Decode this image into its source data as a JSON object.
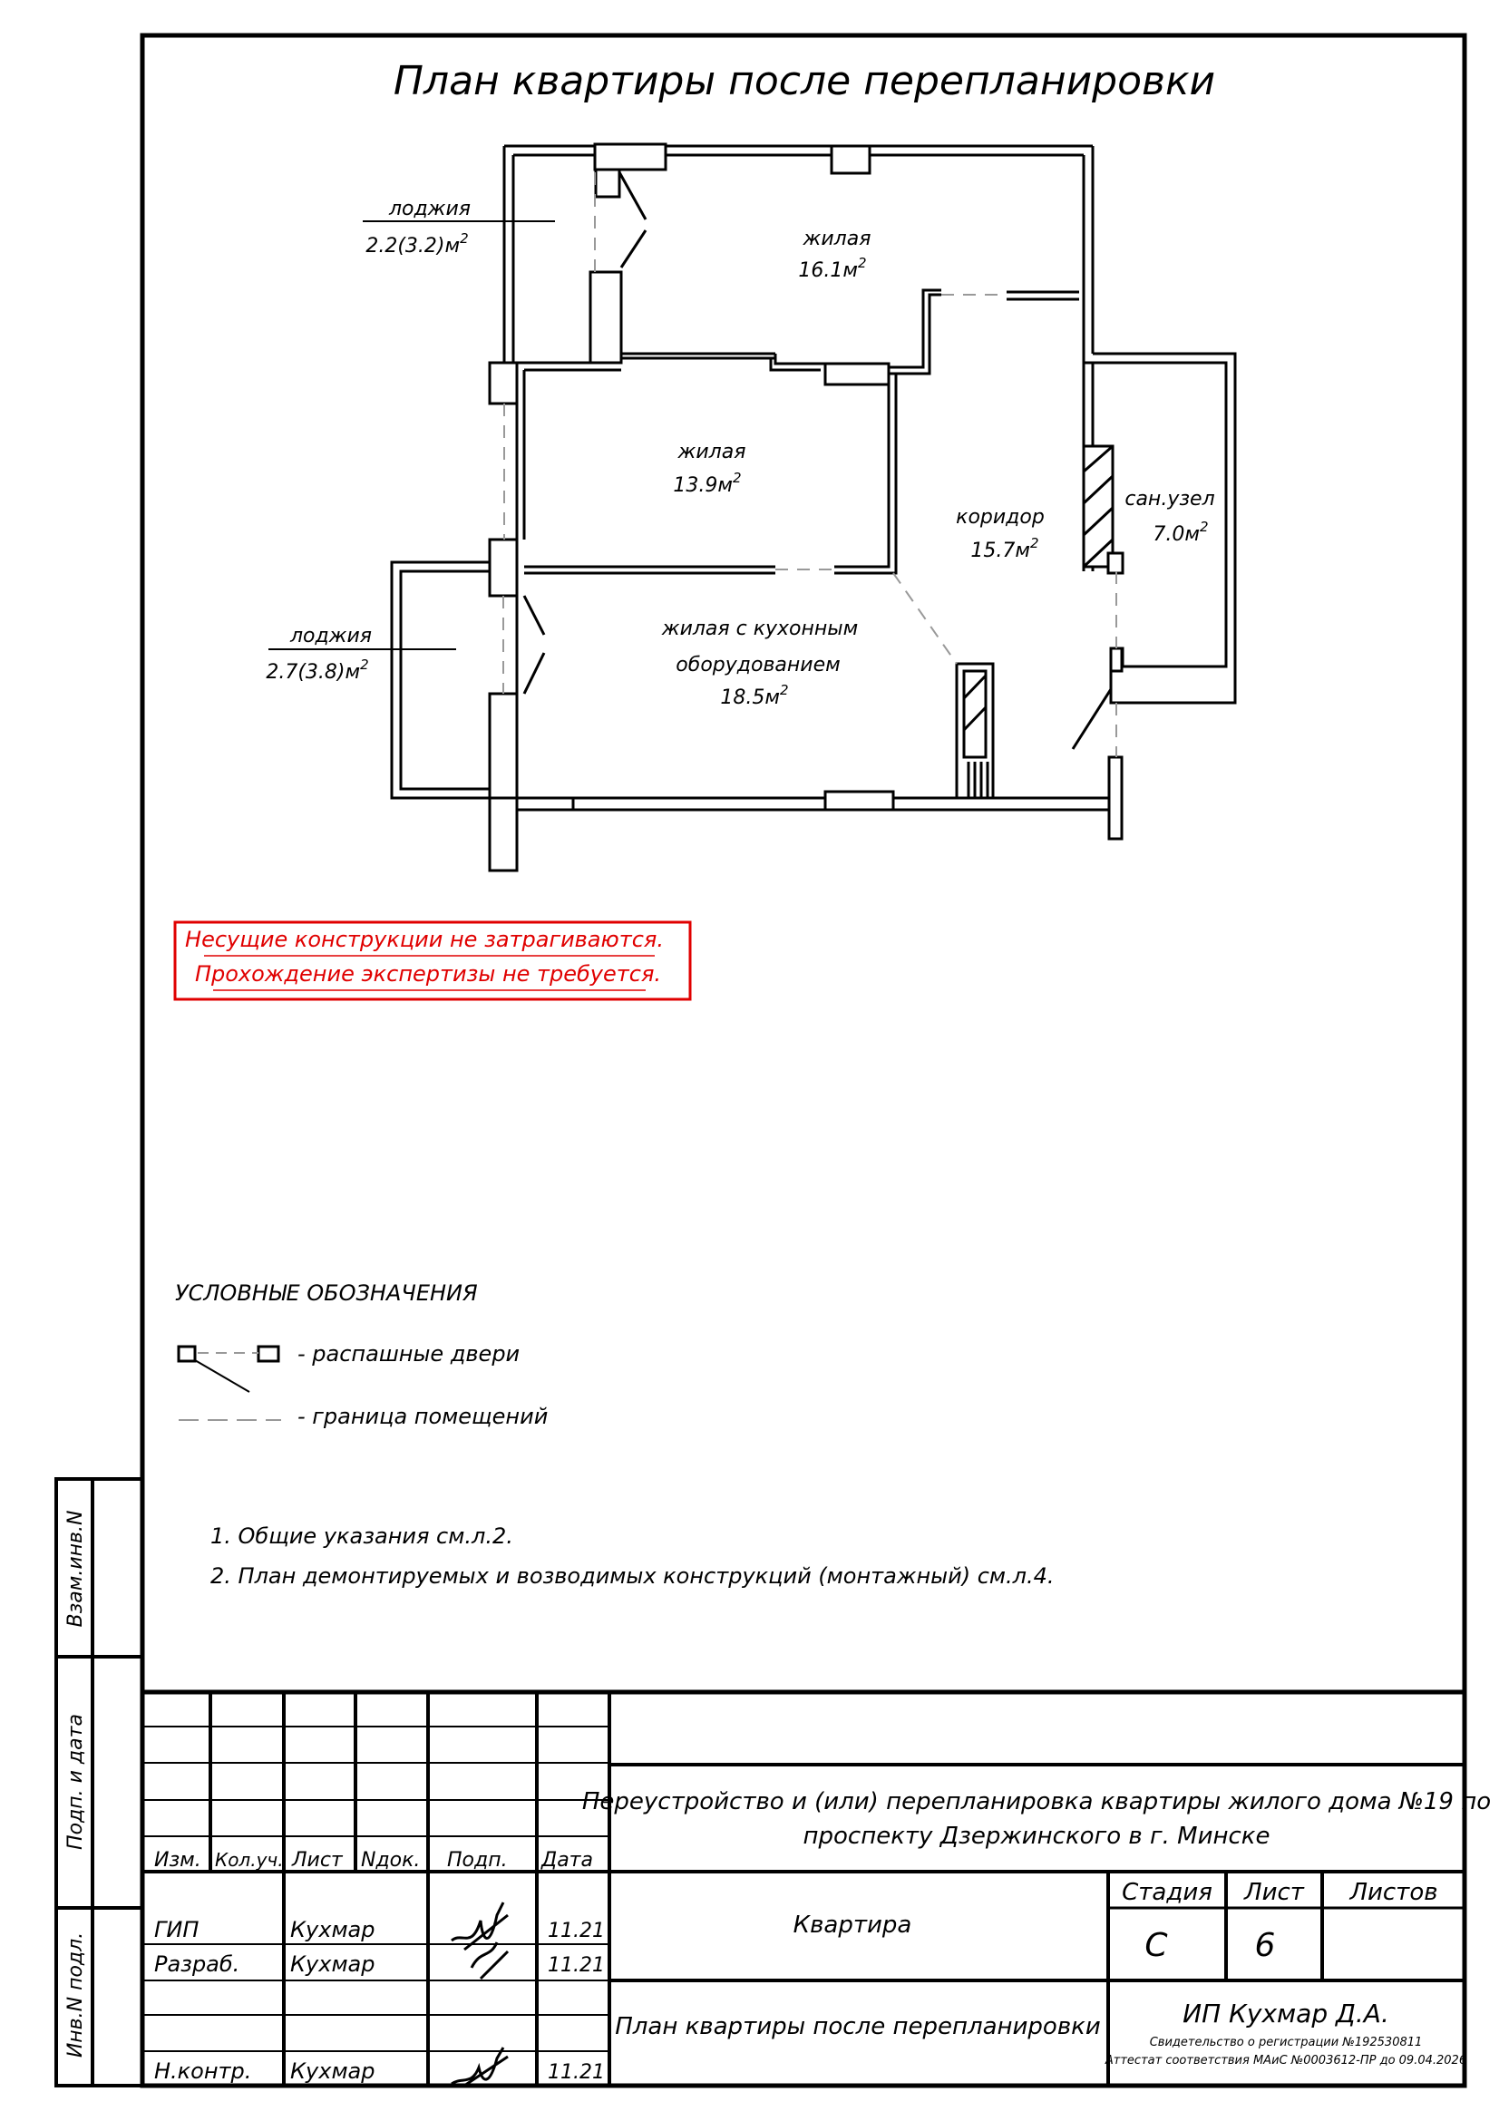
{
  "title": "План квартиры после перепланировки",
  "rooms": {
    "living1": {
      "name": "жилая",
      "area": "16.1м",
      "sup": "2"
    },
    "living2": {
      "name": "жилая",
      "area": "13.9м",
      "sup": "2"
    },
    "living3": {
      "name1": "жилая с кухонным",
      "name2": "оборудованием",
      "area": "18.5м",
      "sup": "2"
    },
    "corridor": {
      "name": "коридор",
      "area": "15.7м",
      "sup": "2"
    },
    "bath": {
      "name": "сан.узел",
      "area": "7.0м",
      "sup": "2"
    },
    "loggia1": {
      "name": "лоджия",
      "area": "2.2(3.2)м",
      "sup": "2"
    },
    "loggia2": {
      "name": "лоджия",
      "area": "2.7(3.8)м",
      "sup": "2"
    }
  },
  "notice": {
    "line1": "Несущие конструкции не затрагиваются.",
    "line2": "Прохождение экспертизы не требуется.",
    "color": "#e00000"
  },
  "legend": {
    "title": "УСЛОВНЫЕ ОБОЗНАЧЕНИЯ",
    "doors": "- распашные двери",
    "border": "- граница помещений"
  },
  "notes": [
    "1.  Общие указания см.л.2.",
    "2.  План демонтируемых и возводимых конструкций (монтажный) см.л.4."
  ],
  "side_labels": {
    "vzam": "Взам.инв.N",
    "podp": "Подп. и дата",
    "inv": "Инв.N подл."
  },
  "stamp": {
    "headers": [
      "Изм.",
      "Кол.уч.",
      "Лист",
      "Nдок.",
      "Подп.",
      "Дата"
    ],
    "rows": [
      {
        "role": "ГИП",
        "name": "Кухмар",
        "date": "11.21"
      },
      {
        "role": "Разраб.",
        "name": "Кухмар",
        "date": "11.21"
      },
      {
        "role": "Н.контр.",
        "name": "Кухмар",
        "date": "11.21"
      }
    ],
    "project_line1": "Переустройство и (или) перепланировка квартиры жилого дома №19 по",
    "project_line2": "проспекту Дзержинского в г. Минске",
    "object": "Квартира",
    "sheet_title": "План квартиры после перепланировки",
    "stage_label": "Стадия",
    "sheet_label": "Лист",
    "sheets_label": "Листов",
    "stage": "С",
    "sheet": "6",
    "sheets": "",
    "company": "ИП Кухмар Д.А.",
    "cert1": "Свидетельство о регистрации №192530811",
    "cert2": "Аттестат соответствия МАиС №0003612-ПР до 09.04.2026"
  }
}
